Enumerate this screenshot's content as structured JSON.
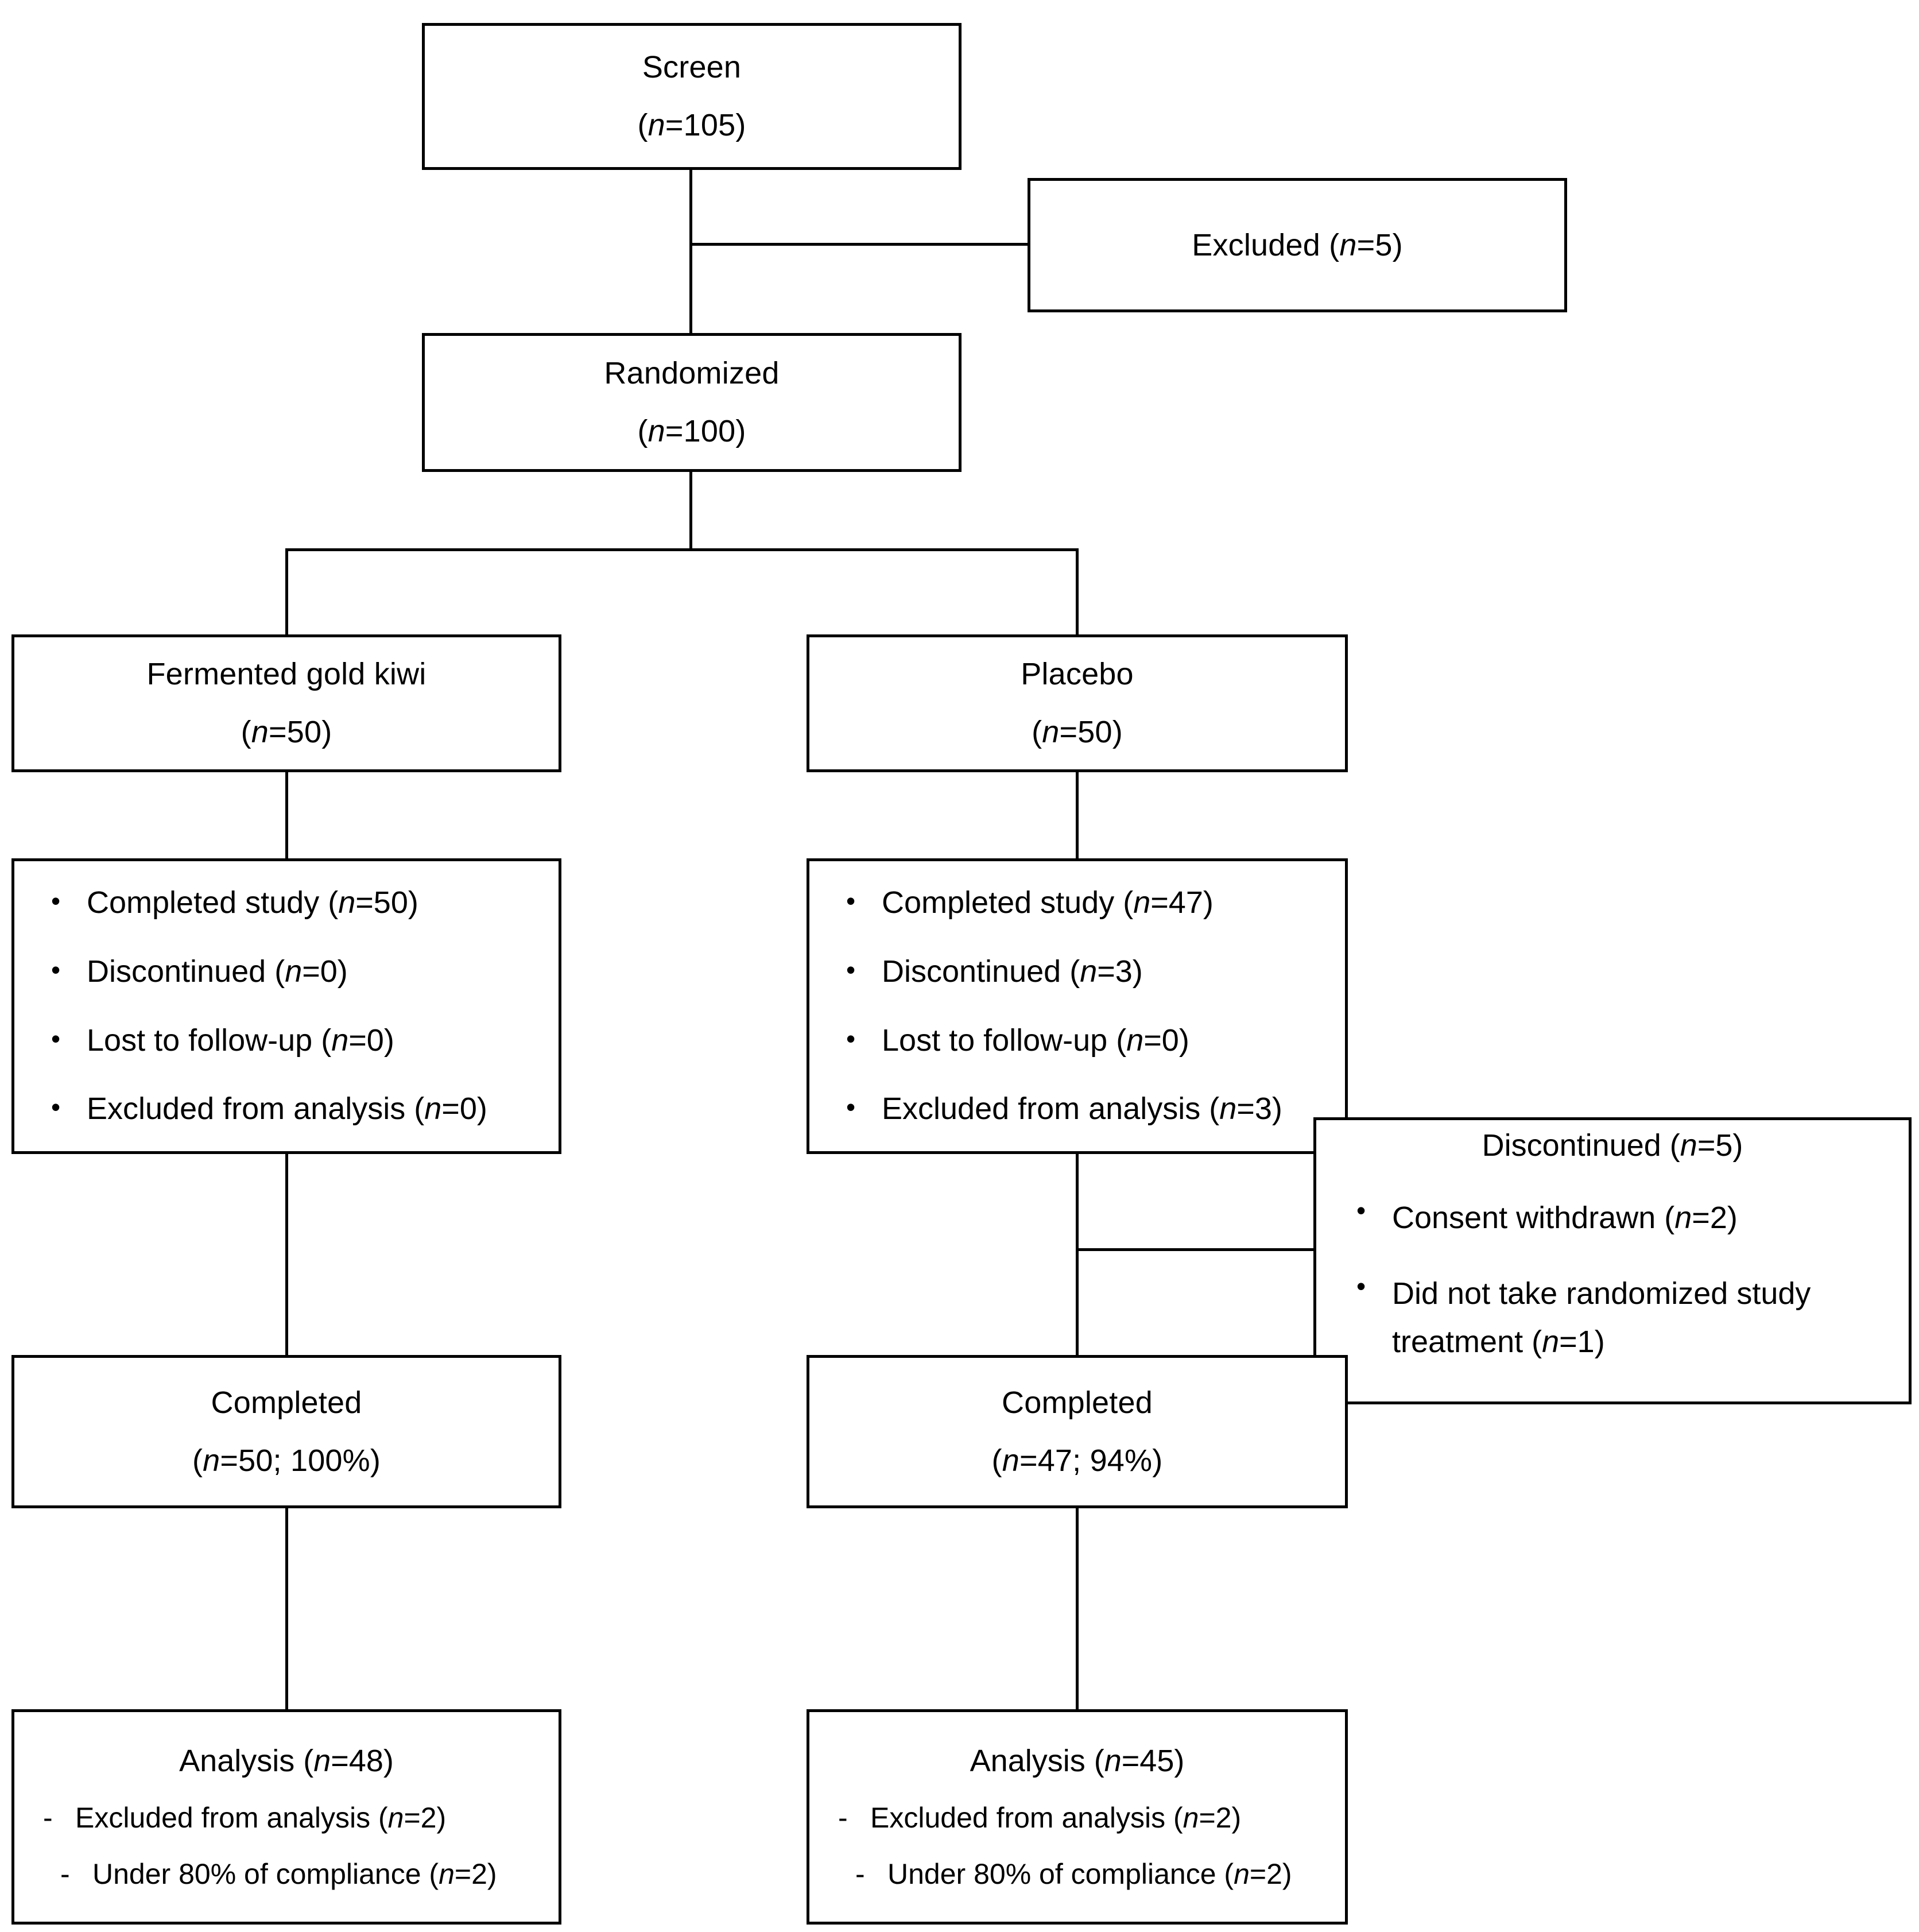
{
  "diagram": {
    "title": "CONSORT participant flow diagram",
    "stroke_color": "#000000",
    "background_color": "#ffffff"
  },
  "nodes": {
    "screen": {
      "label": "Screen",
      "count": "(n=105)",
      "n_italic": "n",
      "count_rest": "=105)"
    },
    "excluded": {
      "label": "Excluded (",
      "n_italic": "n",
      "count_rest": "=5)"
    },
    "randomized": {
      "label": "Randomized",
      "n_italic": "n",
      "count_rest": "=100)"
    },
    "arm_treatment": {
      "label": "Fermented gold kiwi",
      "n_italic": "n",
      "count_rest": "=50)"
    },
    "arm_placebo": {
      "label": "Placebo",
      "n_italic": "n",
      "count_rest": "=50)"
    },
    "treatment_followup": {
      "bullets": [
        {
          "mark": "•",
          "pre": "Completed study (",
          "n": "n",
          "post": "=50)"
        },
        {
          "mark": "•",
          "pre": "Discontinued (",
          "n": "n",
          "post": "=0)"
        },
        {
          "mark": "•",
          "pre": "Lost to follow-up (",
          "n": "n",
          "post": "=0)"
        },
        {
          "mark": "•",
          "pre": "Excluded from analysis (",
          "n": "n",
          "post": "=0)"
        }
      ]
    },
    "placebo_followup": {
      "bullets": [
        {
          "mark": "•",
          "pre": "Completed study (",
          "n": "n",
          "post": "=47)"
        },
        {
          "mark": "•",
          "pre": "Discontinued (",
          "n": "n",
          "post": "=3)"
        },
        {
          "mark": "•",
          "pre": "Lost to follow-up (",
          "n": "n",
          "post": "=0)"
        },
        {
          "mark": "•",
          "pre": "Excluded from analysis (",
          "n": "n",
          "post": "=3)"
        }
      ]
    },
    "discontinued_detail": {
      "heading_pre": "Discontinued (",
      "heading_n": "n",
      "heading_post": "=5)",
      "bullets": [
        {
          "mark": "•",
          "pre": "Consent withdrawn (",
          "n": "n",
          "post": "=2)"
        },
        {
          "mark": "•",
          "pre": "Did not take randomized study treatment (",
          "n": "n",
          "post": "=1)"
        }
      ]
    },
    "treatment_completed": {
      "label": "Completed",
      "n_italic": "n",
      "count_rest": "=50; 100%)"
    },
    "placebo_completed": {
      "label": "Completed",
      "n_italic": "n",
      "count_rest": "=47; 94%)"
    },
    "treatment_analysis": {
      "title_pre": "Analysis (",
      "title_n": "n",
      "title_post": "=48)",
      "items": [
        {
          "mark": "-",
          "pre": "Excluded from analysis (",
          "n": "n",
          "post": "=2)"
        },
        {
          "mark": "-",
          "pre": "Under 80% of compliance (",
          "n": "n",
          "post": "=2)"
        }
      ]
    },
    "placebo_analysis": {
      "title_pre": "Analysis (",
      "title_n": "n",
      "title_post": "=45)",
      "items": [
        {
          "mark": "-",
          "pre": "Excluded from analysis (",
          "n": "n",
          "post": "=2)"
        },
        {
          "mark": "-",
          "pre": "Under 80% of compliance (",
          "n": "n",
          "post": "=2)"
        }
      ]
    }
  }
}
